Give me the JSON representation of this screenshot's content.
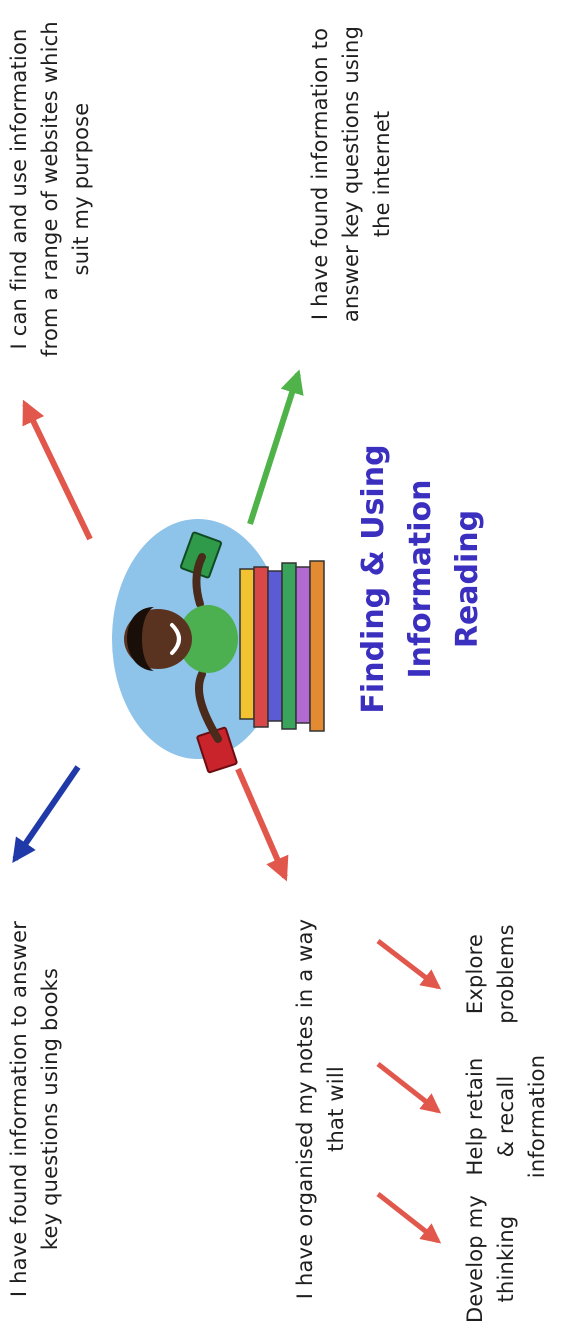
{
  "title": {
    "line1": "Finding & Using",
    "line2": "Information",
    "line3": "Reading"
  },
  "notes": {
    "websites": "I can find and use information from a range of websites which suit my purpose",
    "internet": "I have found information to answer key questions using the internet",
    "books": "I have found information to answer key questions using books",
    "organised": "I have organised my notes in a way that will"
  },
  "outcomes": [
    {
      "text": "Develop my thinking"
    },
    {
      "text": "Help retain & recall information"
    },
    {
      "text": "Explore problems"
    }
  ],
  "colors": {
    "title": "#3b2fbf",
    "arrow_red": "#e2574c",
    "arrow_green": "#4fb34a",
    "arrow_blue": "#1f3aa8"
  }
}
